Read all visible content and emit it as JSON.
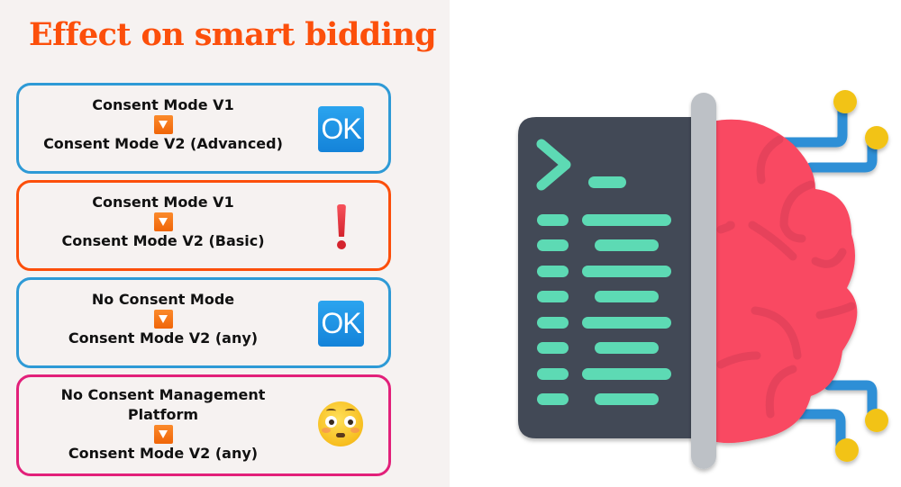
{
  "title": "Effect on smart bidding",
  "colors": {
    "title": "#fc4f0b",
    "panel_background": "#f6f2f1",
    "ok_border": "#2e9ad6",
    "warning_border": "#fc4f0b",
    "alert_border": "#e2207a",
    "terminal_body": "#434a56",
    "terminal_lines": "#5ddab4",
    "divider": "#bdc1c6",
    "brain": "#f94a62",
    "circuit_wire": "#2f8fd6",
    "circuit_node": "#f2c318"
  },
  "cards": [
    {
      "from": "Consent Mode V1",
      "arrow_icon": "down-arrow-button-icon",
      "to": "Consent Mode V2 (Advanced)",
      "status_icon": "ok-button-icon",
      "status_label": "OK",
      "border_color": "#2e9ad6"
    },
    {
      "from": "Consent Mode V1",
      "arrow_icon": "down-arrow-button-icon",
      "to": "Consent Mode V2 (Basic)",
      "status_icon": "exclamation-mark-icon",
      "status_label": "!",
      "border_color": "#fc4f0b"
    },
    {
      "from": "No Consent Mode",
      "arrow_icon": "down-arrow-button-icon",
      "to": "Consent Mode V2 (any)",
      "status_icon": "ok-button-icon",
      "status_label": "OK",
      "border_color": "#2e9ad6"
    },
    {
      "from_line1": "No Consent Management",
      "from_line2": "Platform",
      "arrow_icon": "down-arrow-button-icon",
      "to": "Consent Mode V2 (any)",
      "status_icon": "flushed-face-emoji-icon",
      "border_color": "#e2207a"
    }
  ],
  "illustration": {
    "description": "terminal-brain-ai-icon",
    "prompt_symbol": ">_"
  }
}
